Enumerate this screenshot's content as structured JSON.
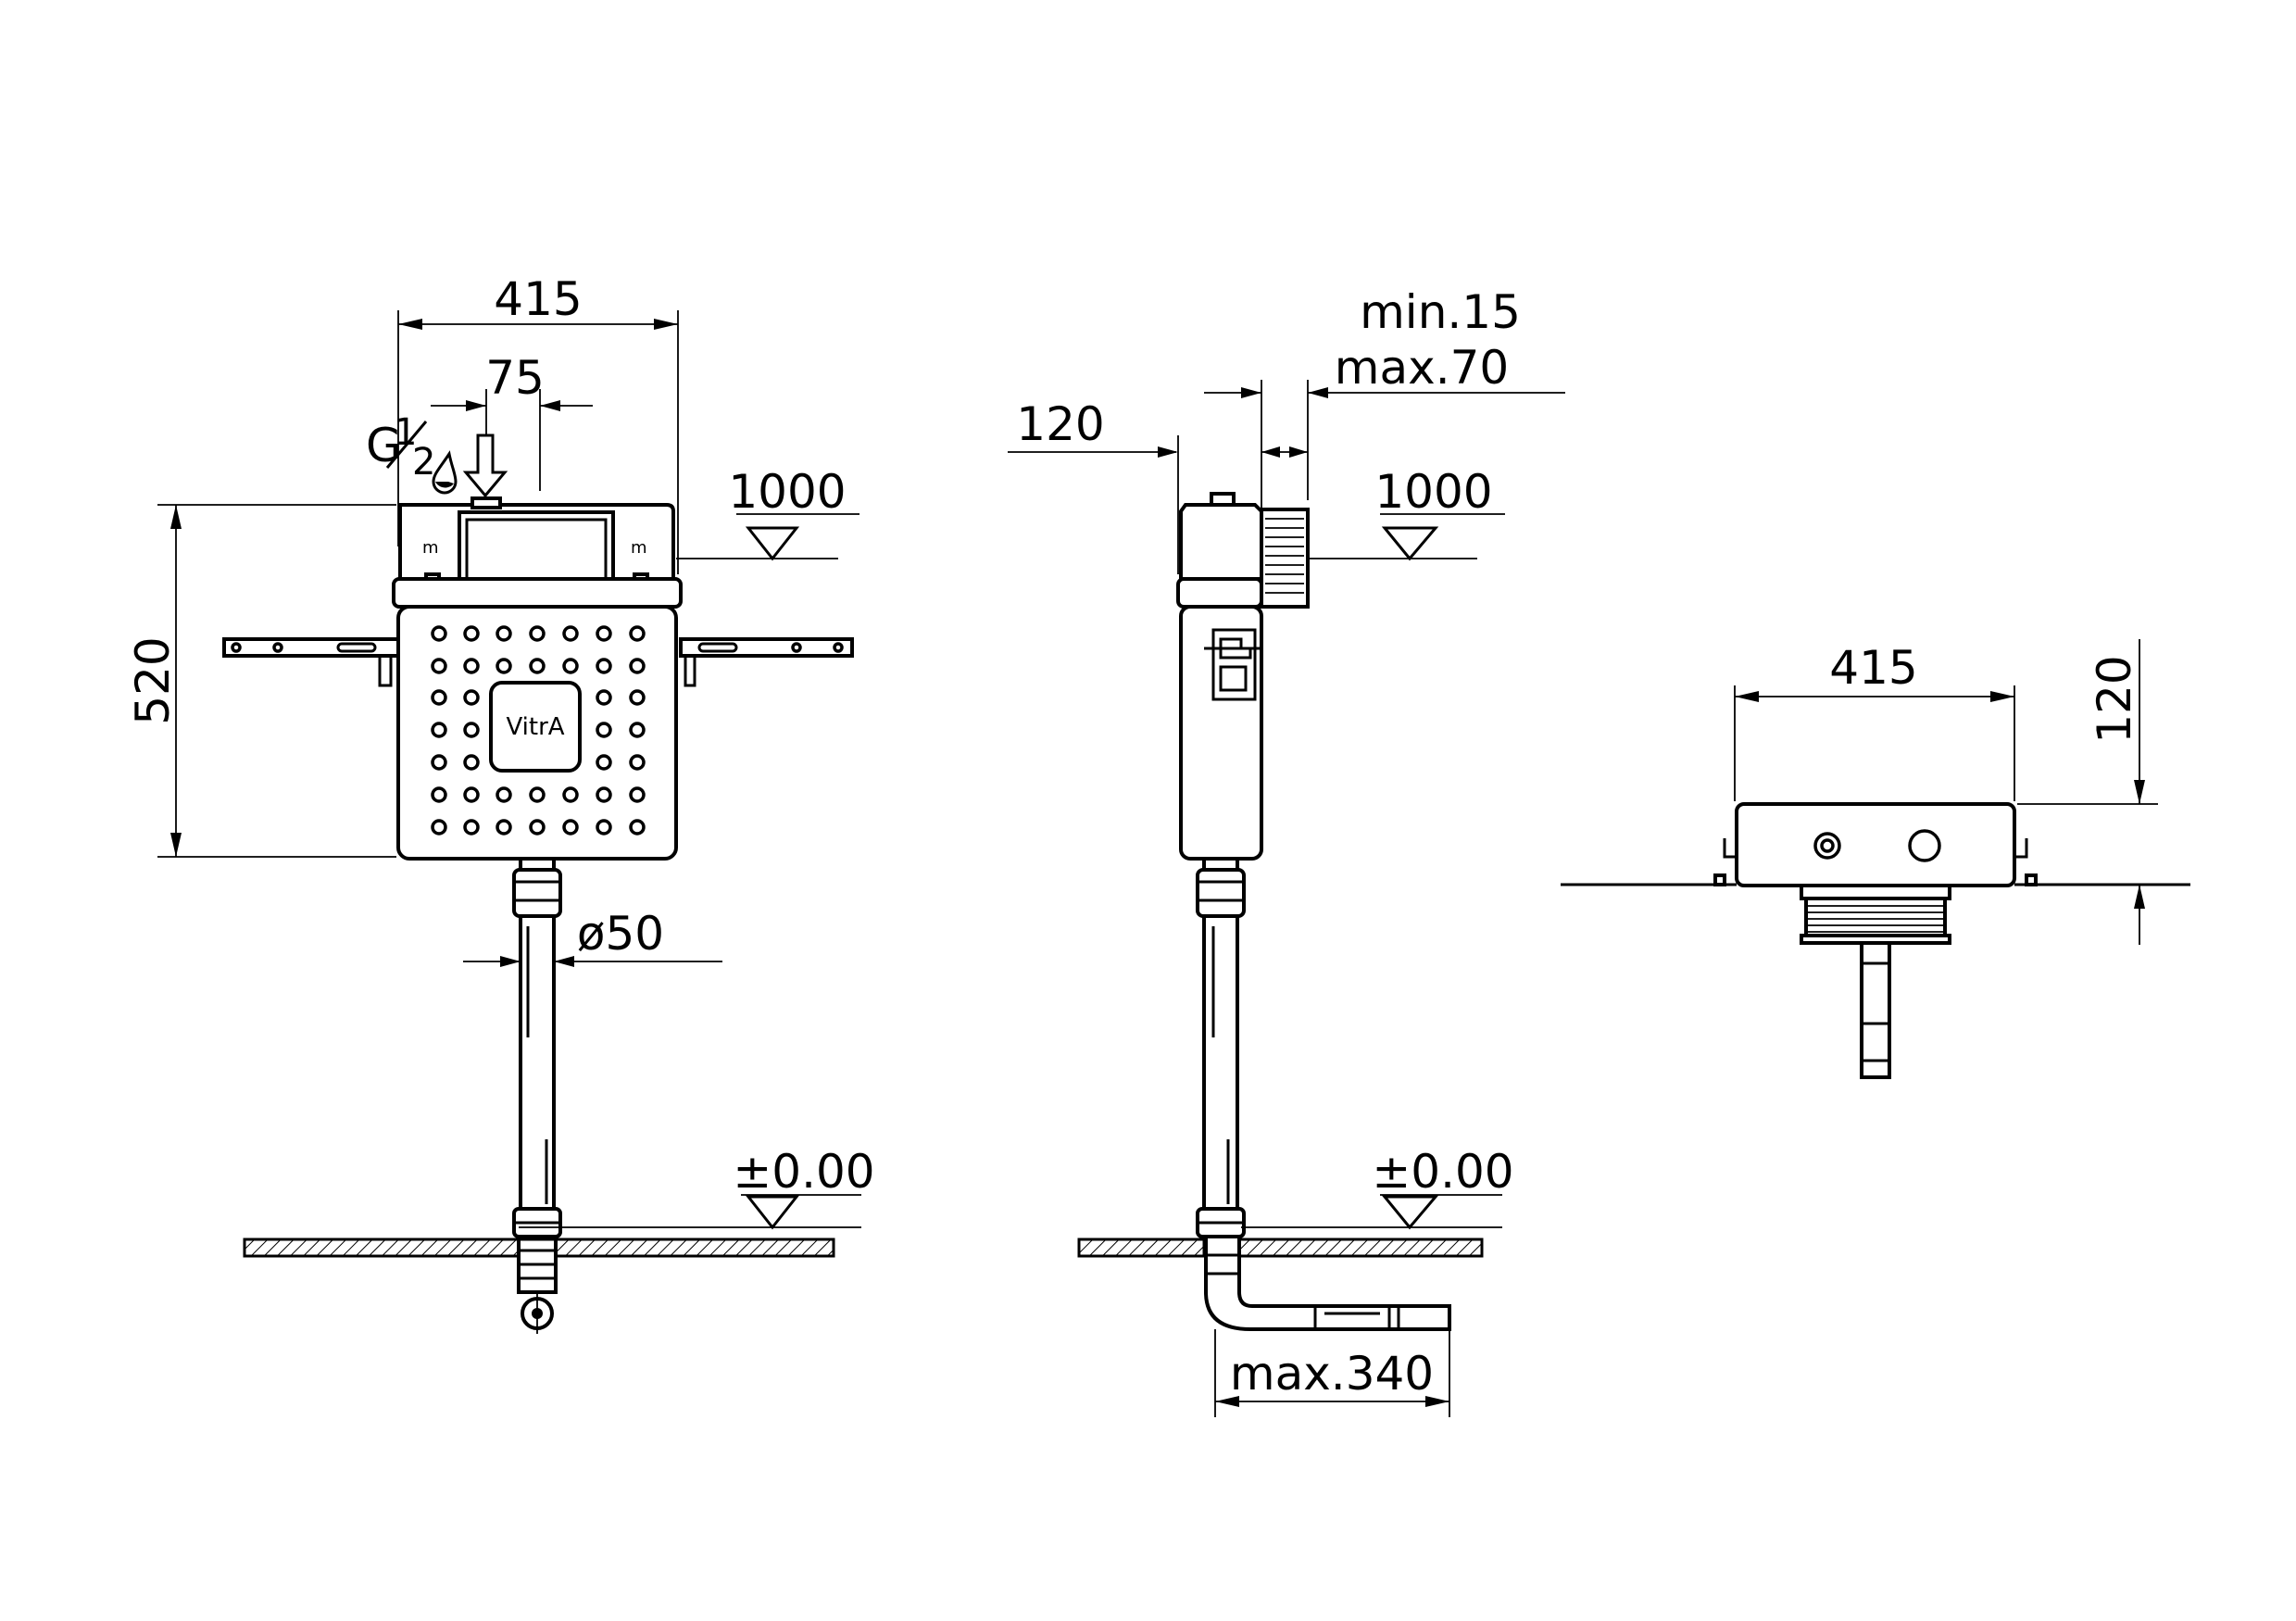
{
  "front_view": {
    "width": "415",
    "offset": "75",
    "supply_g": "G",
    "supply_frac_num": "1",
    "supply_frac_den": "2",
    "height": "520",
    "level_1000": "1000",
    "pipe_dia": "ø50",
    "floor_level": "±0.00",
    "brand": "VitrA"
  },
  "side_view": {
    "min_offset": "min.15",
    "max_offset": "max.70",
    "depth": "120",
    "level_1000": "1000",
    "floor_level": "±0.00",
    "max_run": "max.340"
  },
  "top_view": {
    "width": "415",
    "depth": "120"
  }
}
